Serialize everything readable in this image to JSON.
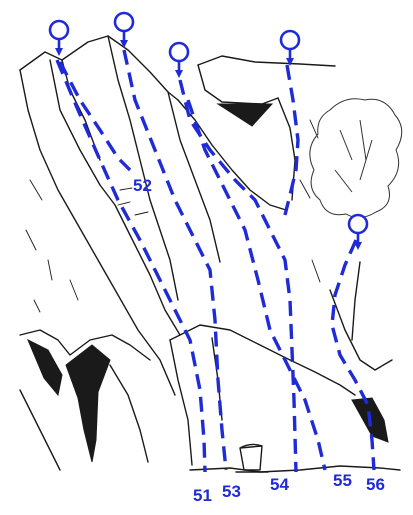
{
  "colors": {
    "route": "#1f2bd6",
    "ink": "#1a1a1a"
  },
  "routes": [
    {
      "number": "51"
    },
    {
      "number": "52"
    },
    {
      "number": "53"
    },
    {
      "number": "54"
    },
    {
      "number": "55"
    },
    {
      "number": "56"
    }
  ]
}
